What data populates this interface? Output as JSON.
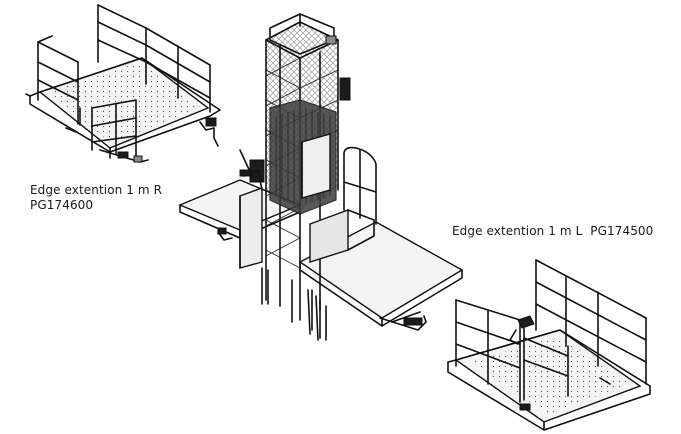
{
  "labels": {
    "right_extension_name": "Edge extention 1 m R",
    "right_extension_code": "PG174600",
    "left_extension": "Edge extention 1 m L  PG174500"
  }
}
